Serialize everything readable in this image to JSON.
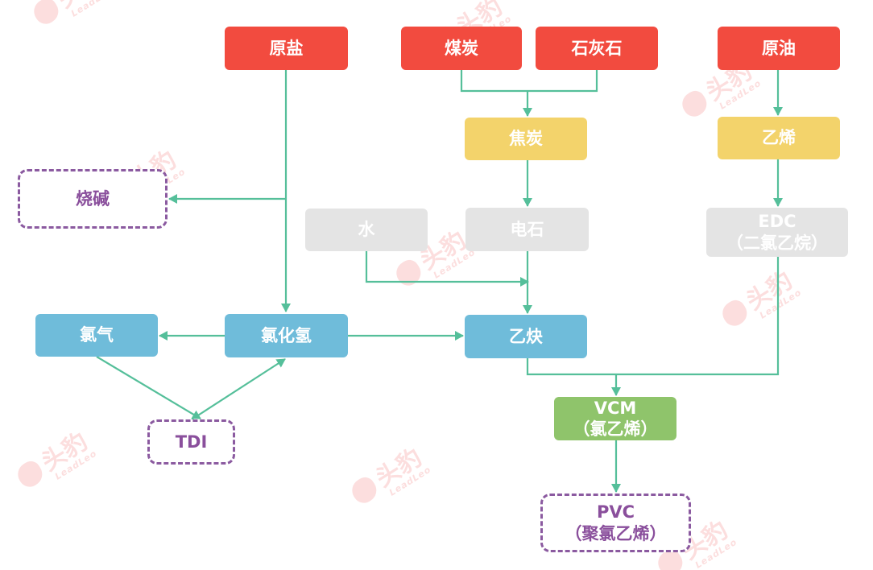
{
  "watermark": {
    "cn": "头豹",
    "en": "LeadLeo"
  },
  "nodes": {
    "raw_salt": "原盐",
    "coal": "煤炭",
    "limestone": "石灰石",
    "crude_oil": "原油",
    "coke": "焦炭",
    "ethylene": "乙烯",
    "caustic_soda": "烧碱",
    "water": "水",
    "calcium_carbide": "电石",
    "edc": {
      "line1": "EDC",
      "line2": "（二氯乙烷）"
    },
    "chlorine": "氯气",
    "hcl": "氯化氢",
    "acetylene": "乙炔",
    "tdi": "TDI",
    "vcm": {
      "line1": "VCM",
      "line2": "（氯乙烯）"
    },
    "pvc": {
      "line1": "PVC",
      "line2": "（聚氯乙烯）"
    }
  },
  "colors": {
    "raw": "#f24b3f",
    "mid": "#f3d36b",
    "grey": "#e4e4e4",
    "blue": "#6fbcda",
    "green": "#8fc46b",
    "purple": "#8b5aa0",
    "purple-text": "#8a4f9c",
    "edge": "#55bf9a",
    "wm": "rgba(240,90,90,0.2)"
  }
}
